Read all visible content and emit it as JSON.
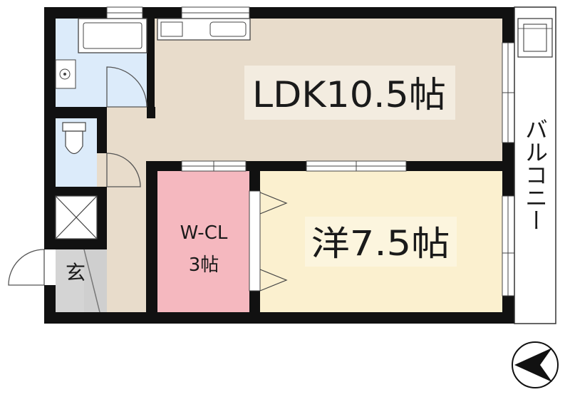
{
  "rooms": {
    "ldk": {
      "label": "LDK10.5帖"
    },
    "western": {
      "label": "洋7.5帖"
    },
    "walk_in_closet": {
      "label_line1": "W-CL",
      "label_line2": "3帖"
    },
    "entrance": {
      "label": "玄"
    },
    "balcony": {
      "label": "バルコニー"
    }
  },
  "colors": {
    "wall": "#111111",
    "ldk_floor": "#e8dccb",
    "western_floor": "#fbf0cf",
    "closet_floor": "#f5b8bf",
    "wet_area": "#dcebfa",
    "entrance_floor": "#d4d4d4",
    "label_backdrop": "#f3ece0"
  },
  "icons": {
    "compass": "north-arrow-icon",
    "washer": "washing-machine-pan-icon",
    "sink": "washbasin-icon",
    "toilet": "toilet-icon",
    "bath": "bathtub-icon",
    "kitchen": "kitchen-counter-icon",
    "storage": "storage-cross-icon",
    "aircon": "outdoor-unit-icon"
  }
}
